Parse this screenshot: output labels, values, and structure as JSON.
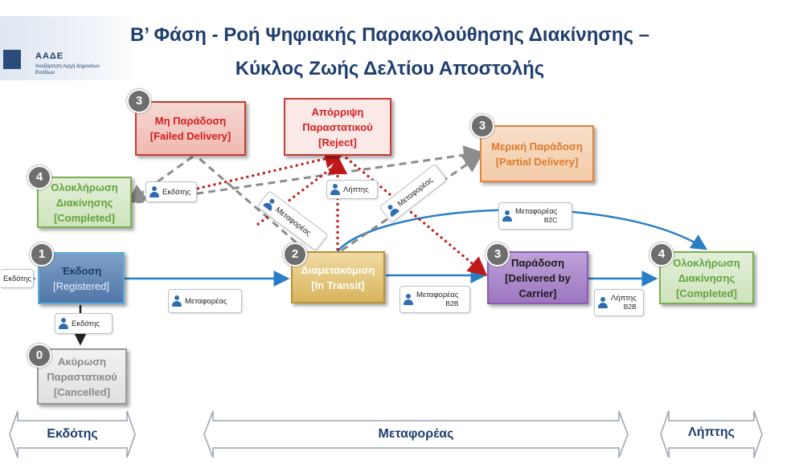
{
  "header": {
    "title_line1": "Β’ Φάση - Ροή Ψηφιακής Παρακολούθησης Διακίνησης –",
    "title_line2": "Κύκλος Ζωής Δελτίου Αποστολής",
    "logo_name": "ΑΑΔΕ",
    "logo_subtitle": "Ανεξάρτητη Αρχή Δημοσίων Εσόδων"
  },
  "nodes": {
    "failed": {
      "badge": "3",
      "line1": "Μη Παράδοση",
      "line2": "[Failed Delivery]"
    },
    "reject": {
      "line1": "Απόρριψη",
      "line2": "Παραστατικού",
      "line3": "[Reject]"
    },
    "partial": {
      "badge": "3",
      "line1": "Μερική Παράδοση",
      "line2": "[Partial Delivery]"
    },
    "completed_left": {
      "badge": "4",
      "line1": "Ολοκλήρωση",
      "line2": "Διακίνησης",
      "line3": "[Completed]"
    },
    "registered": {
      "badge": "1",
      "line1": "Έκδοση",
      "line2": "[Registered]"
    },
    "in_transit": {
      "badge": "2",
      "line1": "Διαμετακόμιση",
      "line2": "[In Transit]"
    },
    "delivered": {
      "badge": "3",
      "line1": "Παράδοση",
      "line2": "[Delivered by",
      "line3": "Carrier]"
    },
    "completed_right": {
      "badge": "4",
      "line1": "Ολοκλήρωση",
      "line2": "Διακίνησης",
      "line3": "[Completed]"
    },
    "cancelled": {
      "badge": "0",
      "line1": "Ακύρωση",
      "line2": "Παραστατικού",
      "line3": "[Cancelled]"
    }
  },
  "actors": {
    "issuer_left_edge": "Εκδότης",
    "issuer_top": "Εκδότης",
    "receiver_top": "Λήπτης",
    "carrier_diag_left": "Μεταφορέας",
    "carrier_diag_right": "Μεταφορέας",
    "carrier_b2c": {
      "label": "Μεταφορέας",
      "sub": "B2C"
    },
    "carrier_mid": "Μεταφορέας",
    "carrier_b2b": {
      "label": "Μεταφορέας",
      "sub": "B2B"
    },
    "receiver_b2b": {
      "label": "Λήπτης",
      "sub": "B2B"
    },
    "issuer_cancel": "Εκδότης"
  },
  "scopes": {
    "issuer": "Εκδότης",
    "carrier": "Μεταφορέας",
    "receiver": "Λήπτης"
  },
  "colors": {
    "blue_arrow": "#2a7fc4",
    "grey_dashed": "#8c8c8c",
    "red_dotted": "#c01818",
    "title": "#1f3e6e"
  }
}
